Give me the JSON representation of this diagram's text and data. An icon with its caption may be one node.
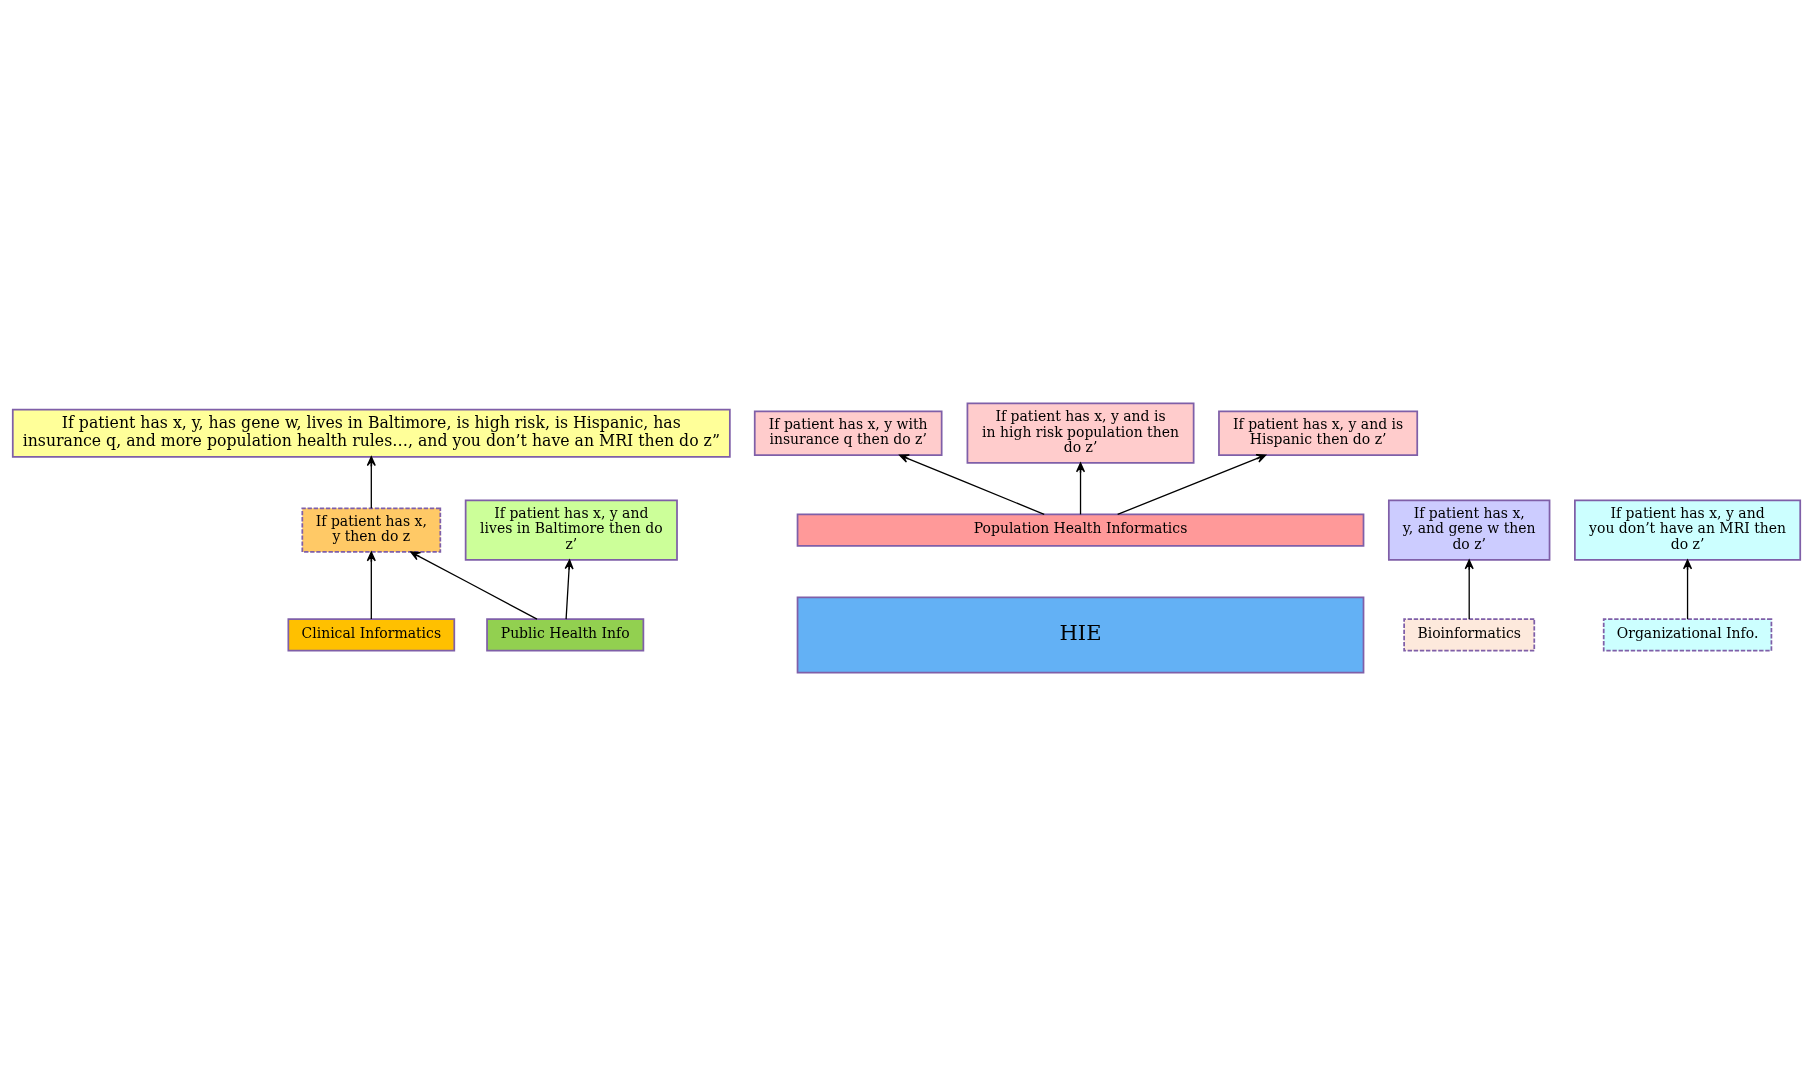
{
  "diagram": {
    "nodes": [
      {
        "text": [
          "If patient has x, y, has gene w, lives in Baltimore, is high risk, is Hispanic, has insurance q, and more population health rules…, and you don’t have an MRI then do z”"
        ]
      },
      {
        "text": [
          "If patient has x, y then do z"
        ]
      },
      {
        "text": [
          "If patient has x, y with insurance q then do z’"
        ]
      },
      {
        "text": [
          "If patient has x, y and is in high risk population then do z’"
        ]
      },
      {
        "text": [
          "If patient has x, y, and gene w then do z’"
        ]
      },
      {
        "text": [
          "If patient has x, y and you don’t have an MRI then do z’"
        ]
      },
      {
        "text": [
          "If patient has x, y and is Hispanic then do z’"
        ]
      },
      {
        "text": [
          "If patient has x, y and lives in Baltimore then do z’"
        ]
      },
      {
        "text": [
          "Bioinformatics"
        ]
      },
      {
        "text": [
          "Clinical Informatics"
        ]
      },
      {
        "text": [
          "Organizational Info."
        ]
      },
      {
        "text": [
          "Population Health Informatics"
        ]
      },
      {
        "text": [
          "HIE"
        ]
      },
      {
        "text": [
          "Public Health Info"
        ]
      }
    ],
    "edges": [
      {
        "from": 1,
        "to": 0,
        "arrow": "to"
      },
      {
        "from": 8,
        "to": 4,
        "arrow": "to"
      },
      {
        "from": 9,
        "to": 1,
        "arrow": "to"
      },
      {
        "from": 10,
        "to": 5,
        "arrow": "to"
      },
      {
        "from": 11,
        "to": 2,
        "arrow": "to"
      },
      {
        "from": 11,
        "to": 6,
        "arrow": "to"
      },
      {
        "from": 11,
        "to": 3,
        "arrow": "to"
      },
      {
        "from": 13,
        "to": 7,
        "arrow": "to"
      },
      {
        "from": 13,
        "to": 1,
        "arrow": "to"
      }
    ]
  }
}
